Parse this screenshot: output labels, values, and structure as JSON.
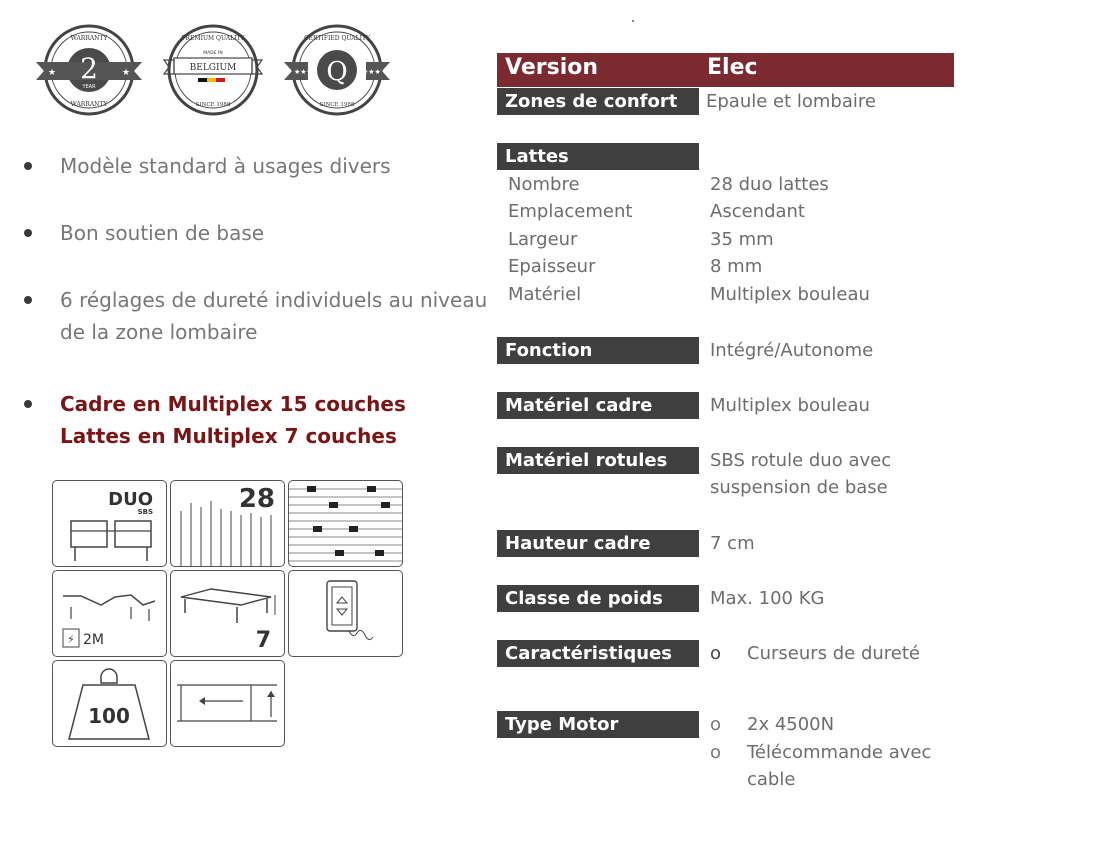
{
  "badges": [
    {
      "name": "warranty",
      "top_text": "WARRANTY",
      "big": "2",
      "small": "YEAR",
      "bottom_text": "WARRANTY"
    },
    {
      "name": "premium-quality",
      "top_text": "PREMIUM QUALITY",
      "mid_small": "MADE IN",
      "ribbon": "BELGIUM",
      "bottom_text": "SINCE 1988"
    },
    {
      "name": "certified-quality",
      "top_text": "CERTIFIED QUALITY",
      "big": "Q",
      "bottom_text": "SINCE 1988"
    }
  ],
  "bullets": [
    {
      "lines": [
        "Modèle standard à usages divers"
      ]
    },
    {
      "lines": [
        "Bon soutien de base"
      ]
    },
    {
      "lines": [
        "6 réglages de dureté individuels au niveau",
        "de la zone lombaire"
      ]
    },
    {
      "lines": [
        "Cadre en Multiplex 15 couches",
        "Lattes en Multiplex 7 couches"
      ],
      "highlight": true
    }
  ],
  "icons": {
    "duo": "DUO",
    "sbs": "SBS",
    "slats": "28",
    "motor": "2M",
    "legs": "7",
    "weight": "100"
  },
  "spec": {
    "header_label": "Version",
    "header_value": "Elec",
    "zones_label": "Zones de confort",
    "zones_value": "Epaule et lombaire",
    "lattes_label": "Lattes",
    "lattes_rows": [
      {
        "k": "Nombre",
        "v": "28 duo lattes"
      },
      {
        "k": "Emplacement",
        "v": "Ascendant"
      },
      {
        "k": "Largeur",
        "v": "35 mm"
      },
      {
        "k": "Epaisseur",
        "v": "8 mm"
      },
      {
        "k": "Matériel",
        "v": "Multiplex bouleau"
      }
    ],
    "fonction_label": "Fonction",
    "fonction_value": "Intégré/Autonome",
    "materiel_cadre_label": "Matériel cadre",
    "materiel_cadre_value": "Multiplex bouleau",
    "rotules_label": "Matériel rotules",
    "rotules_value_1": "SBS rotule duo avec",
    "rotules_value_2": "suspension de base",
    "hauteur_label": "Hauteur cadre",
    "hauteur_value": "7 cm",
    "classe_label": "Classe de poids",
    "classe_value": "Max. 100 KG",
    "carac_label": "Caractéristiques",
    "carac_items": [
      "Curseurs de dureté"
    ],
    "motor_label": "Type Motor",
    "motor_items": [
      "2x 4500N",
      "Télécommande avec",
      "cable"
    ],
    "circle_bullet": "o"
  }
}
